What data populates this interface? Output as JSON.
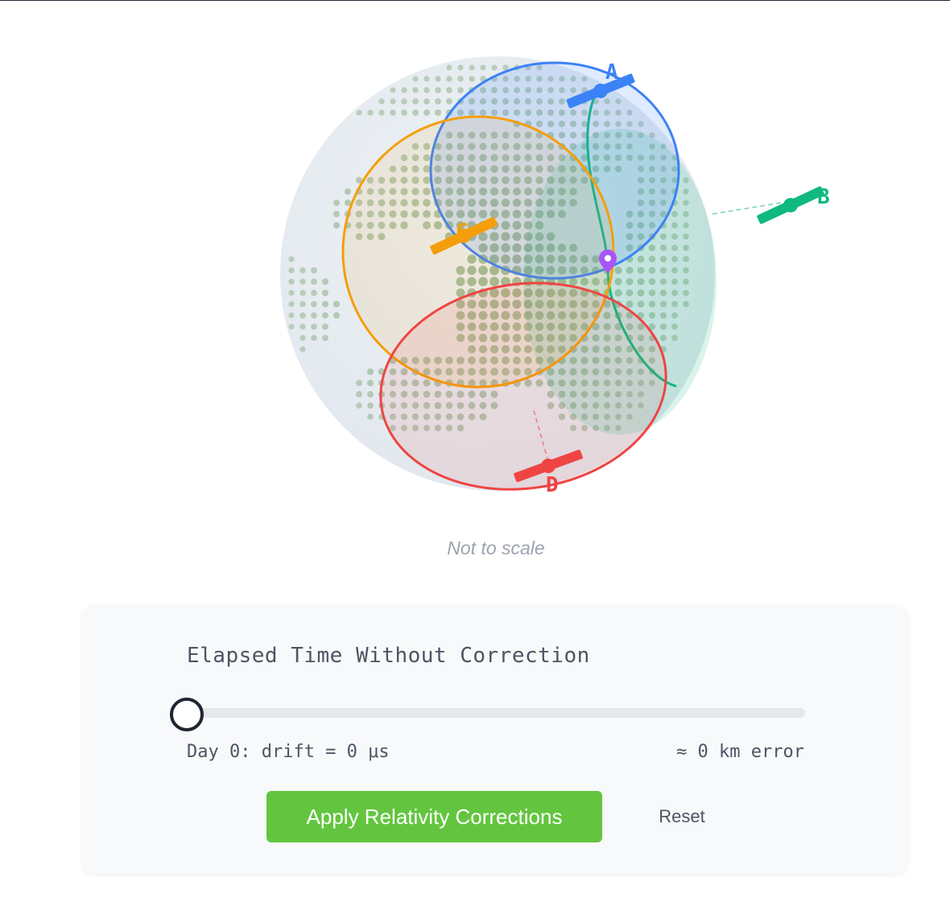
{
  "globe": {
    "caption": "Not to scale",
    "receiver_color": "#a855f7",
    "satellites": [
      {
        "label": "A",
        "color": "#3b82f6"
      },
      {
        "label": "B",
        "color": "#10b981"
      },
      {
        "label": "C",
        "color": "#f59e0b"
      },
      {
        "label": "D",
        "color": "#ef4444"
      }
    ]
  },
  "controls": {
    "title": "Elapsed Time Without Correction",
    "slider_value": 0,
    "drift_text": "Day 0: drift = 0 μs",
    "error_text": "≈ 0 km error",
    "apply_label": "Apply Relativity Corrections",
    "reset_label": "Reset",
    "accent_color": "#63c53f"
  }
}
